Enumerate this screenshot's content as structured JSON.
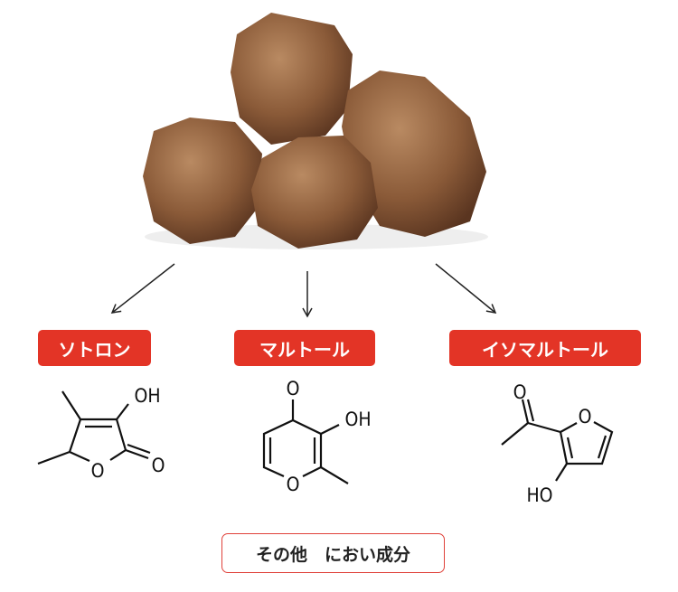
{
  "compounds": [
    {
      "name": "ソトロン",
      "atoms": {
        "oh": "OH",
        "ring_o": "O",
        "carbonyl_o": "O"
      }
    },
    {
      "name": "マルトール",
      "atoms": {
        "oh": "OH",
        "ring_o": "O",
        "carbonyl_o": "O"
      }
    },
    {
      "name": "イソマルトール",
      "atoms": {
        "oh": "HO",
        "ring_o": "O",
        "carbonyl_o": "O"
      }
    }
  ],
  "other_label": "その他　におい成分",
  "colors": {
    "label_bg": "#e33426",
    "rock": "#8a5a3a"
  }
}
